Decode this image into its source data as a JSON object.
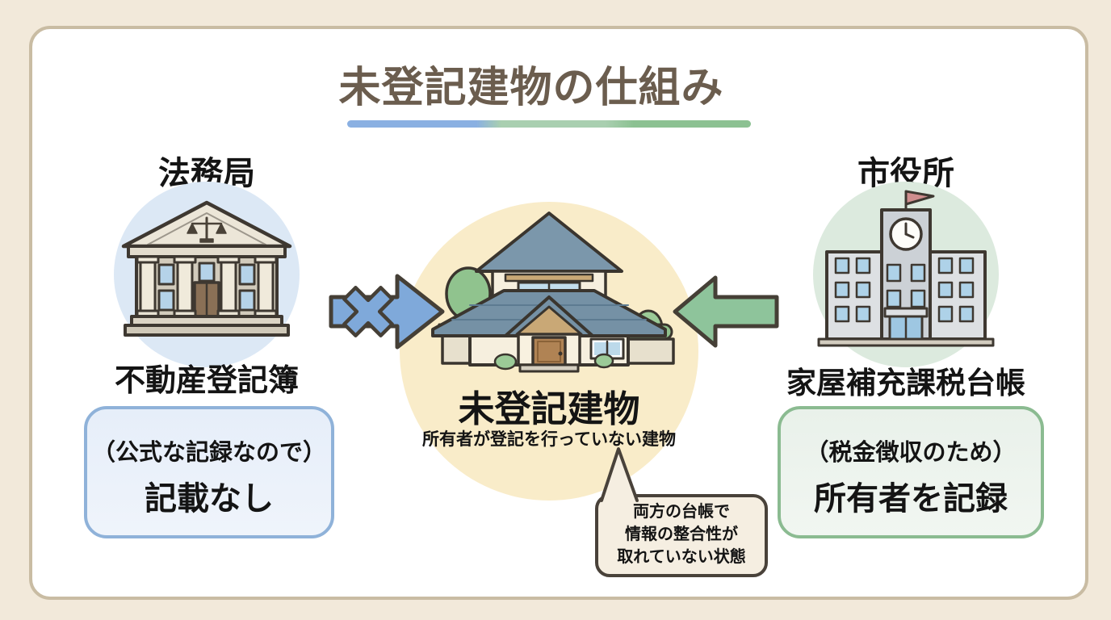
{
  "title": "未登記建物の仕組み",
  "colors": {
    "page_background": "#f2e9da",
    "card_background": "#ffffff",
    "card_border": "#c9bca3",
    "title_text": "#6b5d4e",
    "underline_blue": "#8ab0e2",
    "underline_light_green": "#a9cfb0",
    "underline_green": "#8cc192",
    "left_circle": "#dce8f5",
    "center_circle": "#f9ecc9",
    "right_circle": "#dceade",
    "blue_arrow": "#7fa9da",
    "green_arrow": "#8ec49b",
    "icon_outline": "#453f36",
    "left_box_border": "#8fb2d9",
    "right_box_border": "#8bbb91",
    "bubble_background": "#f5eee1",
    "bubble_border": "#49423a"
  },
  "left_section": {
    "heading": "法務局",
    "icon": "courthouse-icon",
    "label": "不動産登記簿",
    "note": {
      "line1": "（公式な記録なので）",
      "line2": "記載なし"
    }
  },
  "center_section": {
    "heading": "未登記建物",
    "description": "所有者が登記を行っていない建物",
    "icon": "house-icon",
    "bubble": {
      "line1": "両方の台帳で",
      "line2": "情報の整合性が",
      "line3": "取れていない状態"
    }
  },
  "right_section": {
    "heading": "市役所",
    "icon": "cityhall-icon",
    "label": "家屋補充課税台帳",
    "note": {
      "line1": "（税金徴収のため）",
      "line2": "所有者を記録"
    }
  }
}
